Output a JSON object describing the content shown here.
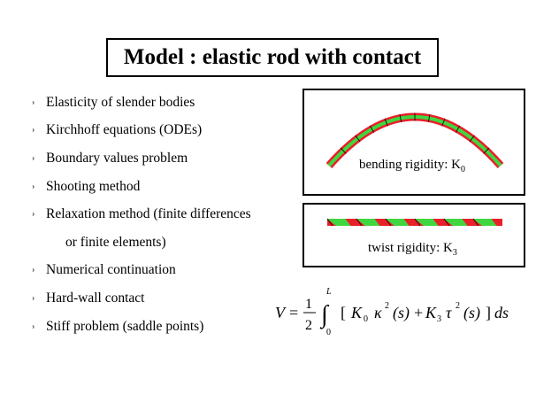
{
  "title": "Model : elastic rod with contact",
  "bullets": [
    {
      "marker": "›",
      "text": "Elasticity of slender bodies"
    },
    {
      "marker": "›",
      "text": "Kirchhoff equations (ODEs)"
    },
    {
      "marker": "›",
      "text": "Boundary values problem"
    },
    {
      "marker": "›",
      "text": "Shooting method"
    },
    {
      "marker": "›",
      "text": "Relaxation method (finite differences"
    },
    {
      "marker": "",
      "text": "or finite elements)"
    },
    {
      "marker": "›",
      "text": "Numerical continuation"
    },
    {
      "marker": "›",
      "text": "Hard-wall contact"
    },
    {
      "marker": "›",
      "text": "Stiff problem (saddle points)"
    }
  ],
  "bending": {
    "label": "bending rigidity: K",
    "subscript": "0"
  },
  "twist": {
    "label": "twist rigidity: K",
    "subscript": "3"
  },
  "formula": {
    "lhs": "V",
    "equals": "=",
    "frac_num": "1",
    "frac_den": "2",
    "integral": "∫",
    "upper": "L",
    "lower": "0",
    "open": "[",
    "k0": "K",
    "k0_sub": "0",
    "kappa": "κ",
    "sq1": "2",
    "s1": "(s)",
    "plus": "+",
    "k3": "K",
    "k3_sub": "3",
    "tau": "τ",
    "sq2": "2",
    "s2": "(s)",
    "close": "]",
    "ds": "ds"
  },
  "colors": {
    "rod_outer": "#e8202a",
    "rod_inner": "#3fd63f",
    "border": "#000000"
  }
}
